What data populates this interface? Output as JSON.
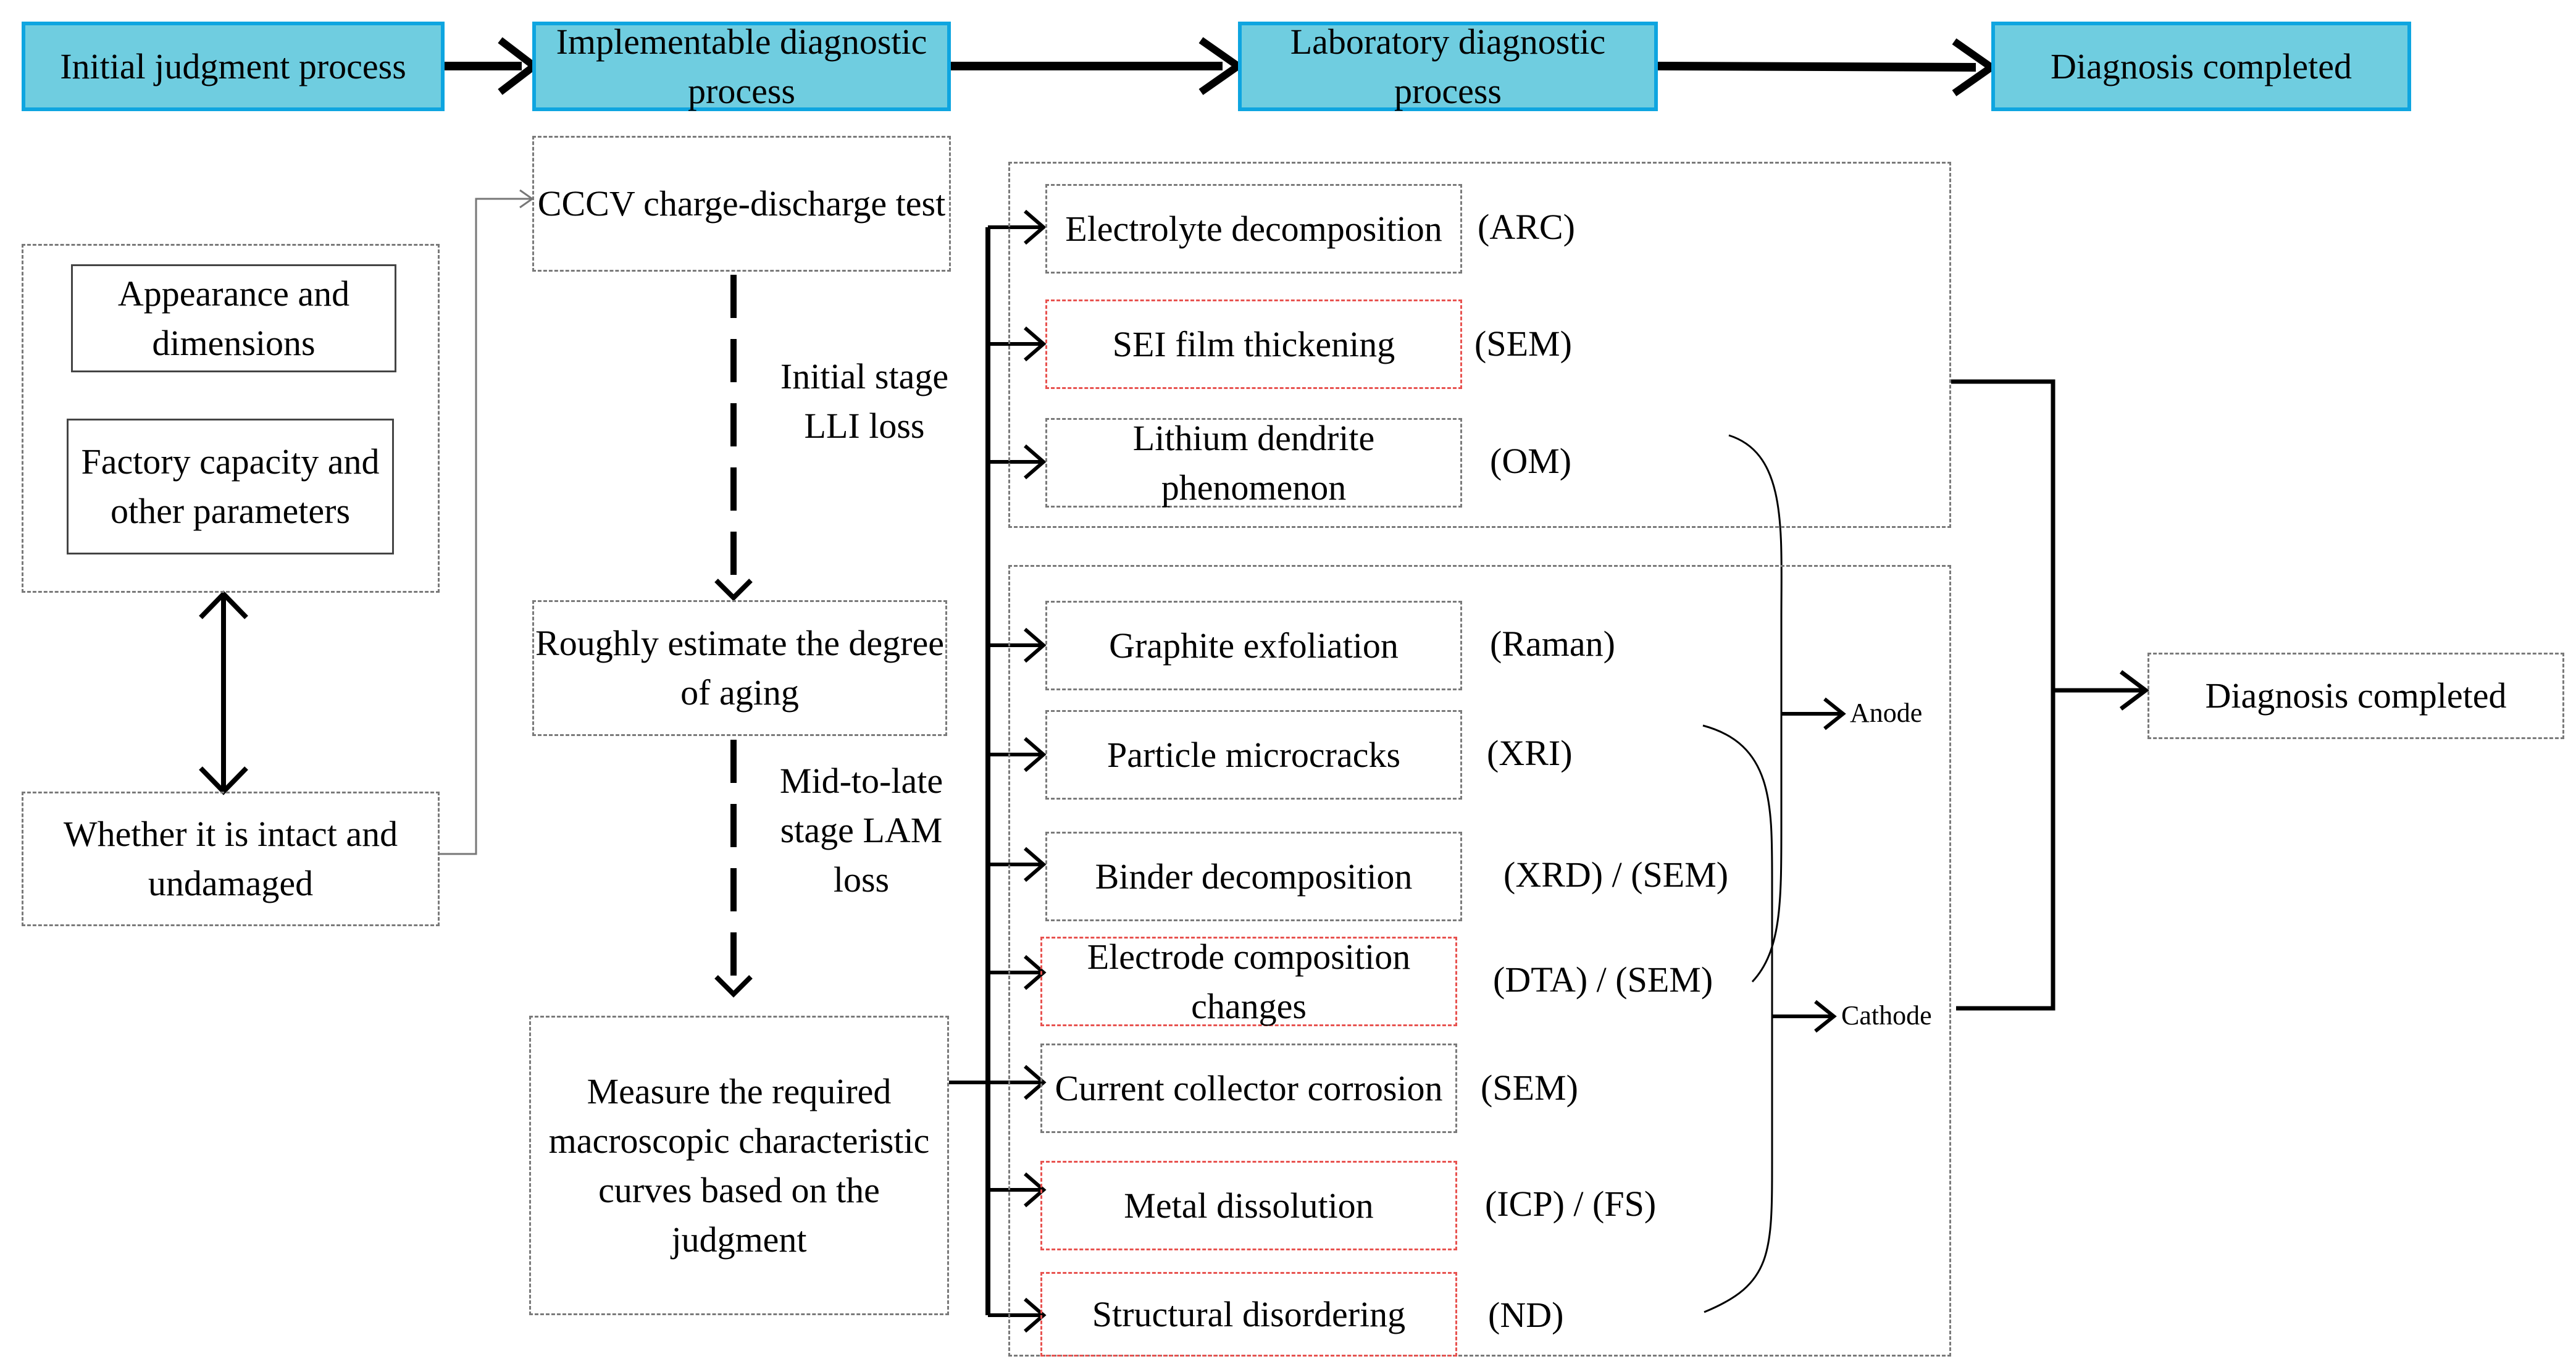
{
  "stages": [
    "Initial judgment process",
    "Implementable diagnostic process",
    "Laboratory diagnostic process",
    "Diagnosis completed"
  ],
  "initial": {
    "appearance": "Appearance and dimensions",
    "factory": "Factory capacity and other parameters",
    "intact": "Whether it is intact and undamaged"
  },
  "implementable": {
    "cccv": "CCCV charge-discharge test",
    "estimate": "Roughly estimate the degree of aging",
    "measure": "Measure the required macroscopic characteristic curves based on the judgment",
    "stage1": "Initial stage LLI loss",
    "stage2": "Mid-to-late stage LAM loss"
  },
  "lab": {
    "items": [
      {
        "name": "Electrolyte decomposition",
        "method": "(ARC)"
      },
      {
        "name": "SEI film thickening",
        "method": "(SEM)"
      },
      {
        "name": "Lithium dendrite phenomenon",
        "method": "(OM)"
      },
      {
        "name": "Graphite exfoliation",
        "method": "(Raman)"
      },
      {
        "name": "Particle microcracks",
        "method": "(XRI)"
      },
      {
        "name": "Binder decomposition",
        "method": "(XRD) / (SEM)"
      },
      {
        "name": "Electrode composition changes",
        "method": "(DTA) / (SEM)"
      },
      {
        "name": "Current collector corrosion",
        "method": "(SEM)"
      },
      {
        "name": "Metal dissolution",
        "method": "(ICP) / (FS)"
      },
      {
        "name": "Structural disordering",
        "method": "(ND)"
      }
    ],
    "anode": "Anode",
    "cathode": "Cathode"
  },
  "final": "Diagnosis completed",
  "colors": {
    "stage_fill": "#6fcde0",
    "stage_border": "#0ea5e0",
    "red_dash": "#e8524f",
    "grey_dash": "#7a7a7a"
  }
}
